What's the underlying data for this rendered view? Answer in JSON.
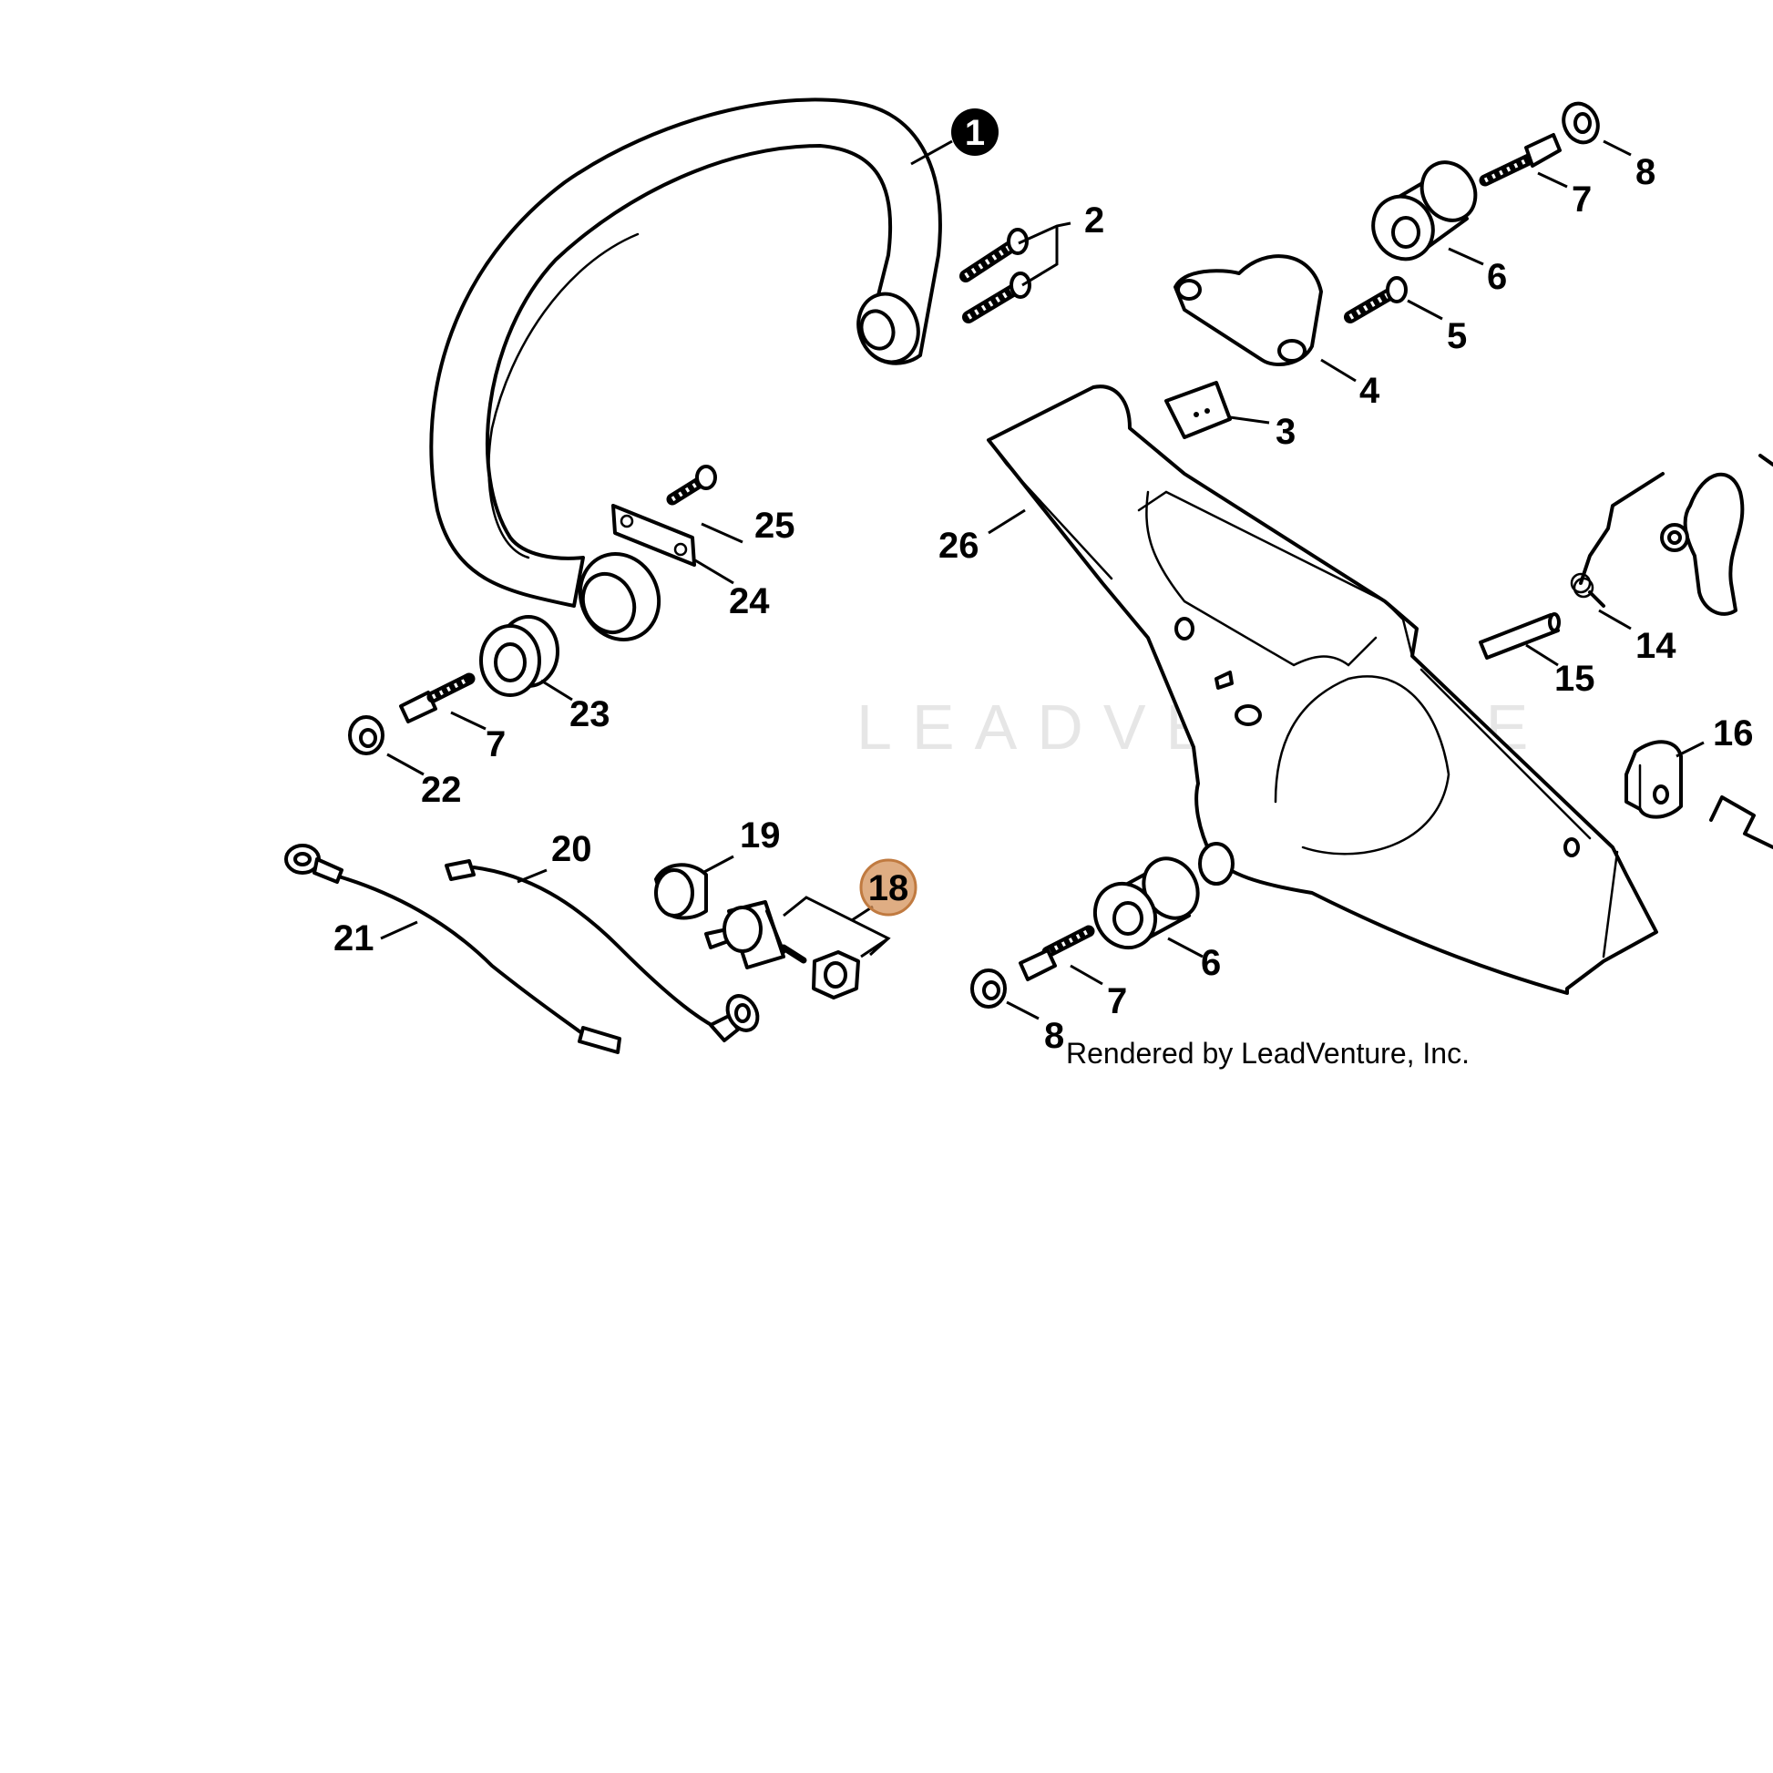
{
  "watermark": "LEADVENTURE",
  "credit": "Rendered by LeadVenture, Inc.",
  "highlight_color": "#d4915a",
  "callouts": {
    "c1": "1",
    "c2": "2",
    "c3": "3",
    "c4": "4",
    "c5": "5",
    "c6a": "6",
    "c6b": "6",
    "c7a": "7",
    "c7b": "7",
    "c7c": "7",
    "c8a": "8",
    "c8b": "8",
    "c14": "14",
    "c15": "15",
    "c16": "16",
    "c18": "18",
    "c19": "19",
    "c20": "20",
    "c21": "21",
    "c22": "22",
    "c23": "23",
    "c24": "24",
    "c25": "25",
    "c26": "26"
  }
}
